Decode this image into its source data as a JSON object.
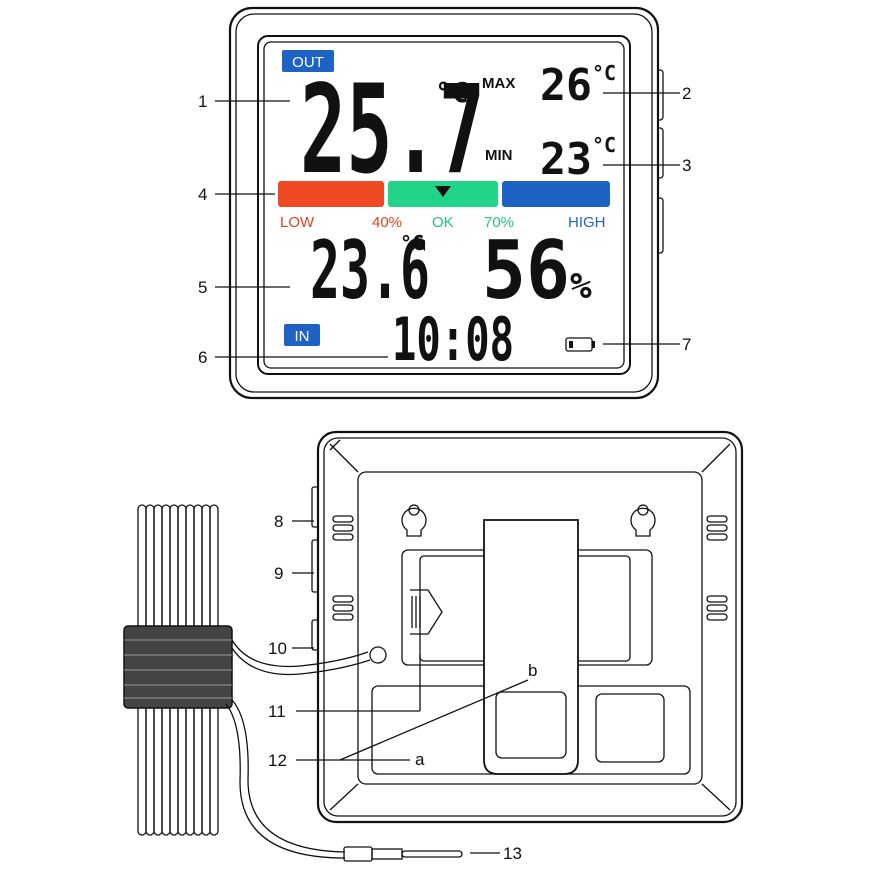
{
  "front": {
    "out_label": "OUT",
    "in_label": "IN",
    "outdoor_temp": "25.7",
    "unit_c": "°C",
    "max_label": "MAX",
    "max_value": "26",
    "min_label": "MIN",
    "min_value": "23",
    "scale": {
      "low": "LOW",
      "low_pct": "40%",
      "ok": "OK",
      "ok_pct": "70%",
      "high": "HIGH",
      "colors": {
        "low": "#f04a24",
        "ok": "#22d48a",
        "high": "#1e63c4"
      }
    },
    "indoor_temp": "23.6",
    "humidity": "56",
    "percent": "%",
    "time": "10:08"
  },
  "callouts": {
    "c1": "1",
    "c2": "2",
    "c3": "3",
    "c4": "4",
    "c5": "5",
    "c6": "6",
    "c7": "7",
    "c8": "8",
    "c9": "9",
    "c10": "10",
    "c11": "11",
    "c12": "12",
    "c13": "13",
    "a": "a",
    "b": "b"
  },
  "badge_color": "#1e63c4",
  "icons": [
    "battery-icon",
    "triangle-indicator-icon",
    "keyhole-icon",
    "arrow-icon",
    "probe-icon"
  ]
}
